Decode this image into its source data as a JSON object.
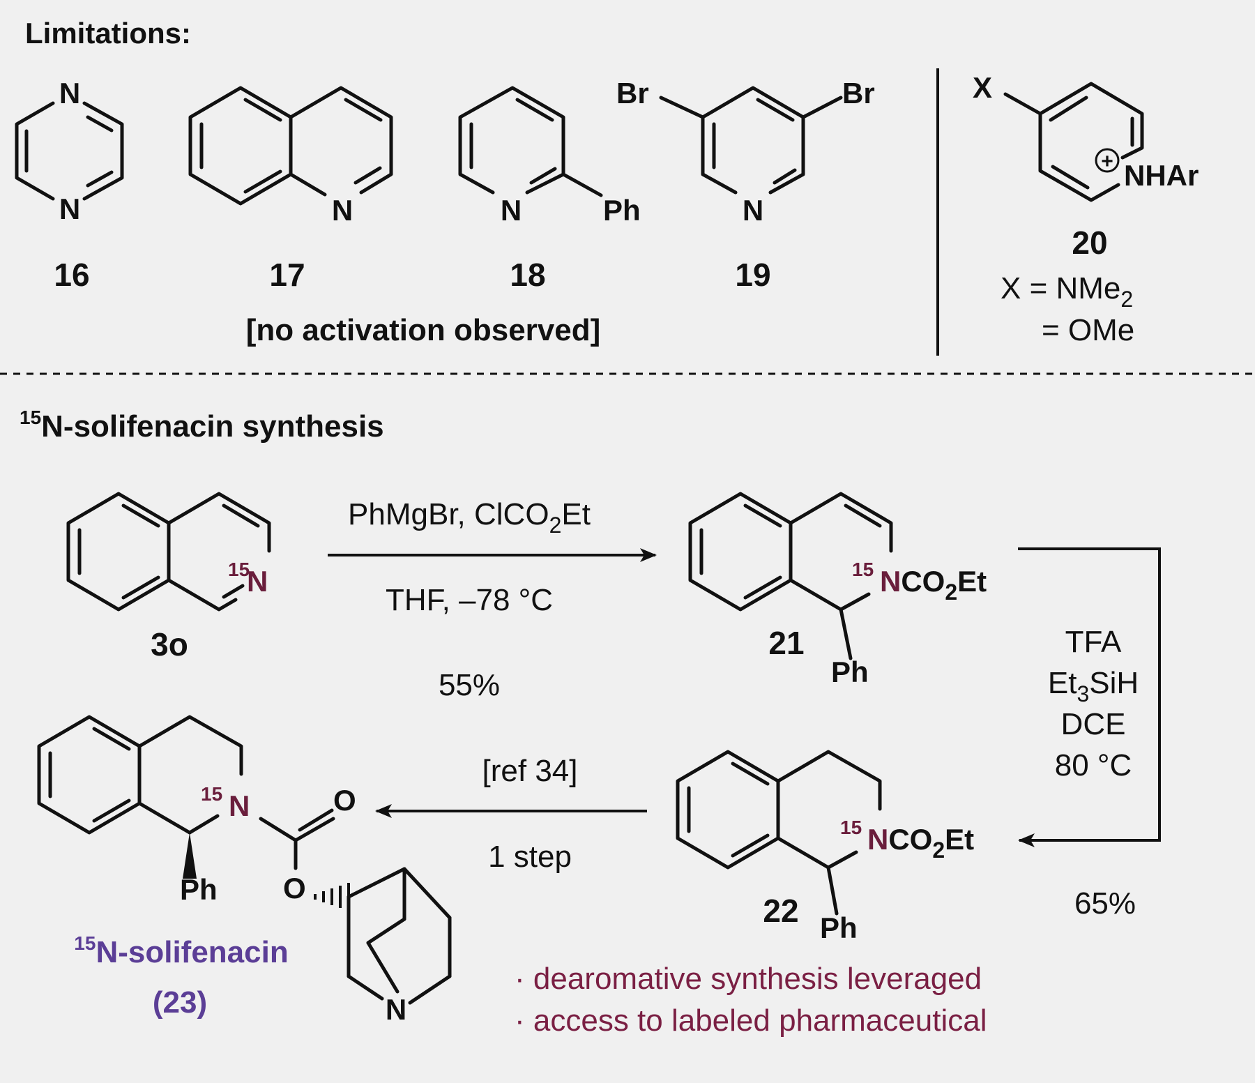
{
  "limitations": {
    "title": "Limitations:",
    "compounds": [
      {
        "id": "16",
        "atoms": [
          "N",
          "N"
        ]
      },
      {
        "id": "17",
        "atoms": [
          "N"
        ]
      },
      {
        "id": "18",
        "atoms": [
          "N",
          "Ph"
        ]
      },
      {
        "id": "19",
        "atoms": [
          "Br",
          "Br",
          "N"
        ]
      }
    ],
    "no_activation": "[no activation observed]",
    "compound20": {
      "id": "20",
      "x_label": "X",
      "charge": "+",
      "nhar": "NHAr",
      "x_eq_prefix": "X = NMe",
      "x_eq_sub": "2",
      "x_eq2": "= OMe"
    }
  },
  "synthesis": {
    "title_sup": "15",
    "title": "N-solifenacin synthesis",
    "step1": {
      "reagents_a": "PhMgBr, ClCO",
      "reagents_sub": "2",
      "reagents_b": "Et",
      "conditions": "THF, –78 °C",
      "yield": "55%"
    },
    "step2": {
      "reagent1": "TFA",
      "reagent2_a": "Et",
      "reagent2_sub": "3",
      "reagent2_b": "SiH",
      "reagent3": "DCE",
      "reagent4": "80 °C",
      "yield": "65%"
    },
    "step3": {
      "ref": "[ref 34]",
      "steps": "1 step"
    },
    "compounds": {
      "c3o": {
        "id": "3o",
        "iso": "15",
        "n": "N"
      },
      "c21": {
        "id": "21",
        "iso": "15",
        "n": "N",
        "group_a": "CO",
        "group_sub": "2",
        "group_b": "Et",
        "ph": "Ph"
      },
      "c22": {
        "id": "22",
        "iso": "15",
        "n": "N",
        "group_a": "CO",
        "group_sub": "2",
        "group_b": "Et",
        "ph": "Ph"
      },
      "c23": {
        "iso": "15",
        "n": "N",
        "ph": "Ph",
        "o1": "O",
        "o2": "O",
        "n_quin": "N",
        "name_sup": "15",
        "name": "N-solifenacin",
        "id": "(23)"
      }
    },
    "notes": [
      "· dearomative synthesis leveraged",
      "· access to labeled pharmaceutical"
    ]
  }
}
